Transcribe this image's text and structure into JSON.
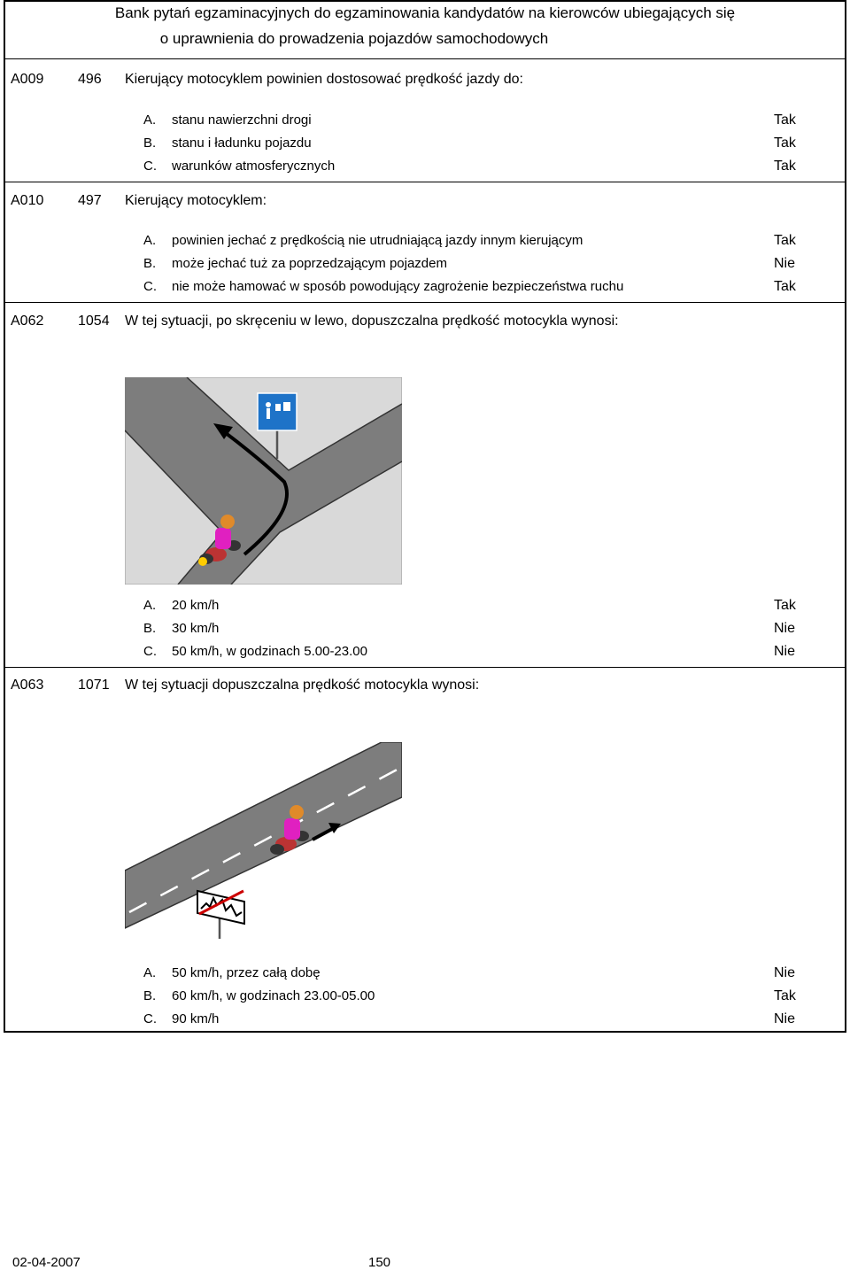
{
  "header": {
    "title_line1": "Bank pytań egzaminacyjnych do egzaminowania kandydatów na kierowców ubiegających się",
    "title_line2": "o uprawnienia do prowadzenia pojazdów samochodowych"
  },
  "questions": [
    {
      "code": "A009",
      "number": "496",
      "text": "Kierujący motocyklem powinien dostosować prędkość jazdy do:",
      "answers": [
        {
          "letter": "A.",
          "text": "stanu nawierzchni drogi",
          "result": "Tak"
        },
        {
          "letter": "B.",
          "text": "stanu i ładunku pojazdu",
          "result": "Tak"
        },
        {
          "letter": "C.",
          "text": "warunków atmosferycznych",
          "result": "Tak"
        }
      ]
    },
    {
      "code": "A010",
      "number": "497",
      "text": "Kierujący motocyklem:",
      "answers": [
        {
          "letter": "A.",
          "text": "powinien jechać z prędkością nie utrudniającą jazdy innym kierującym",
          "result": "Tak"
        },
        {
          "letter": "B.",
          "text": "może jechać tuż za poprzedzającym pojazdem",
          "result": "Nie"
        },
        {
          "letter": "C.",
          "text": "nie może hamować w sposób powodujący zagrożenie bezpieczeństwa ruchu",
          "result": "Tak"
        }
      ]
    },
    {
      "code": "A062",
      "number": "1054",
      "text": "W tej sytuacji, po skręceniu w lewo, dopuszczalna prędkość motocykla wynosi:",
      "answers": [
        {
          "letter": "A.",
          "text": "20 km/h",
          "result": "Tak"
        },
        {
          "letter": "B.",
          "text": "30 km/h",
          "result": "Nie"
        },
        {
          "letter": "C.",
          "text": "50 km/h, w godzinach 5.00-23.00",
          "result": "Nie"
        }
      ]
    },
    {
      "code": "A063",
      "number": "1071",
      "text": "W tej sytuacji dopuszczalna prędkość motocykla wynosi:",
      "answers": [
        {
          "letter": "A.",
          "text": "50 km/h, przez całą dobę",
          "result": "Nie"
        },
        {
          "letter": "B.",
          "text": "60 km/h,  w godzinach 23.00-05.00",
          "result": "Tak"
        },
        {
          "letter": "C.",
          "text": "90 km/h",
          "result": "Nie"
        }
      ]
    }
  ],
  "footer": {
    "date": "02-04-2007",
    "page": "150"
  }
}
